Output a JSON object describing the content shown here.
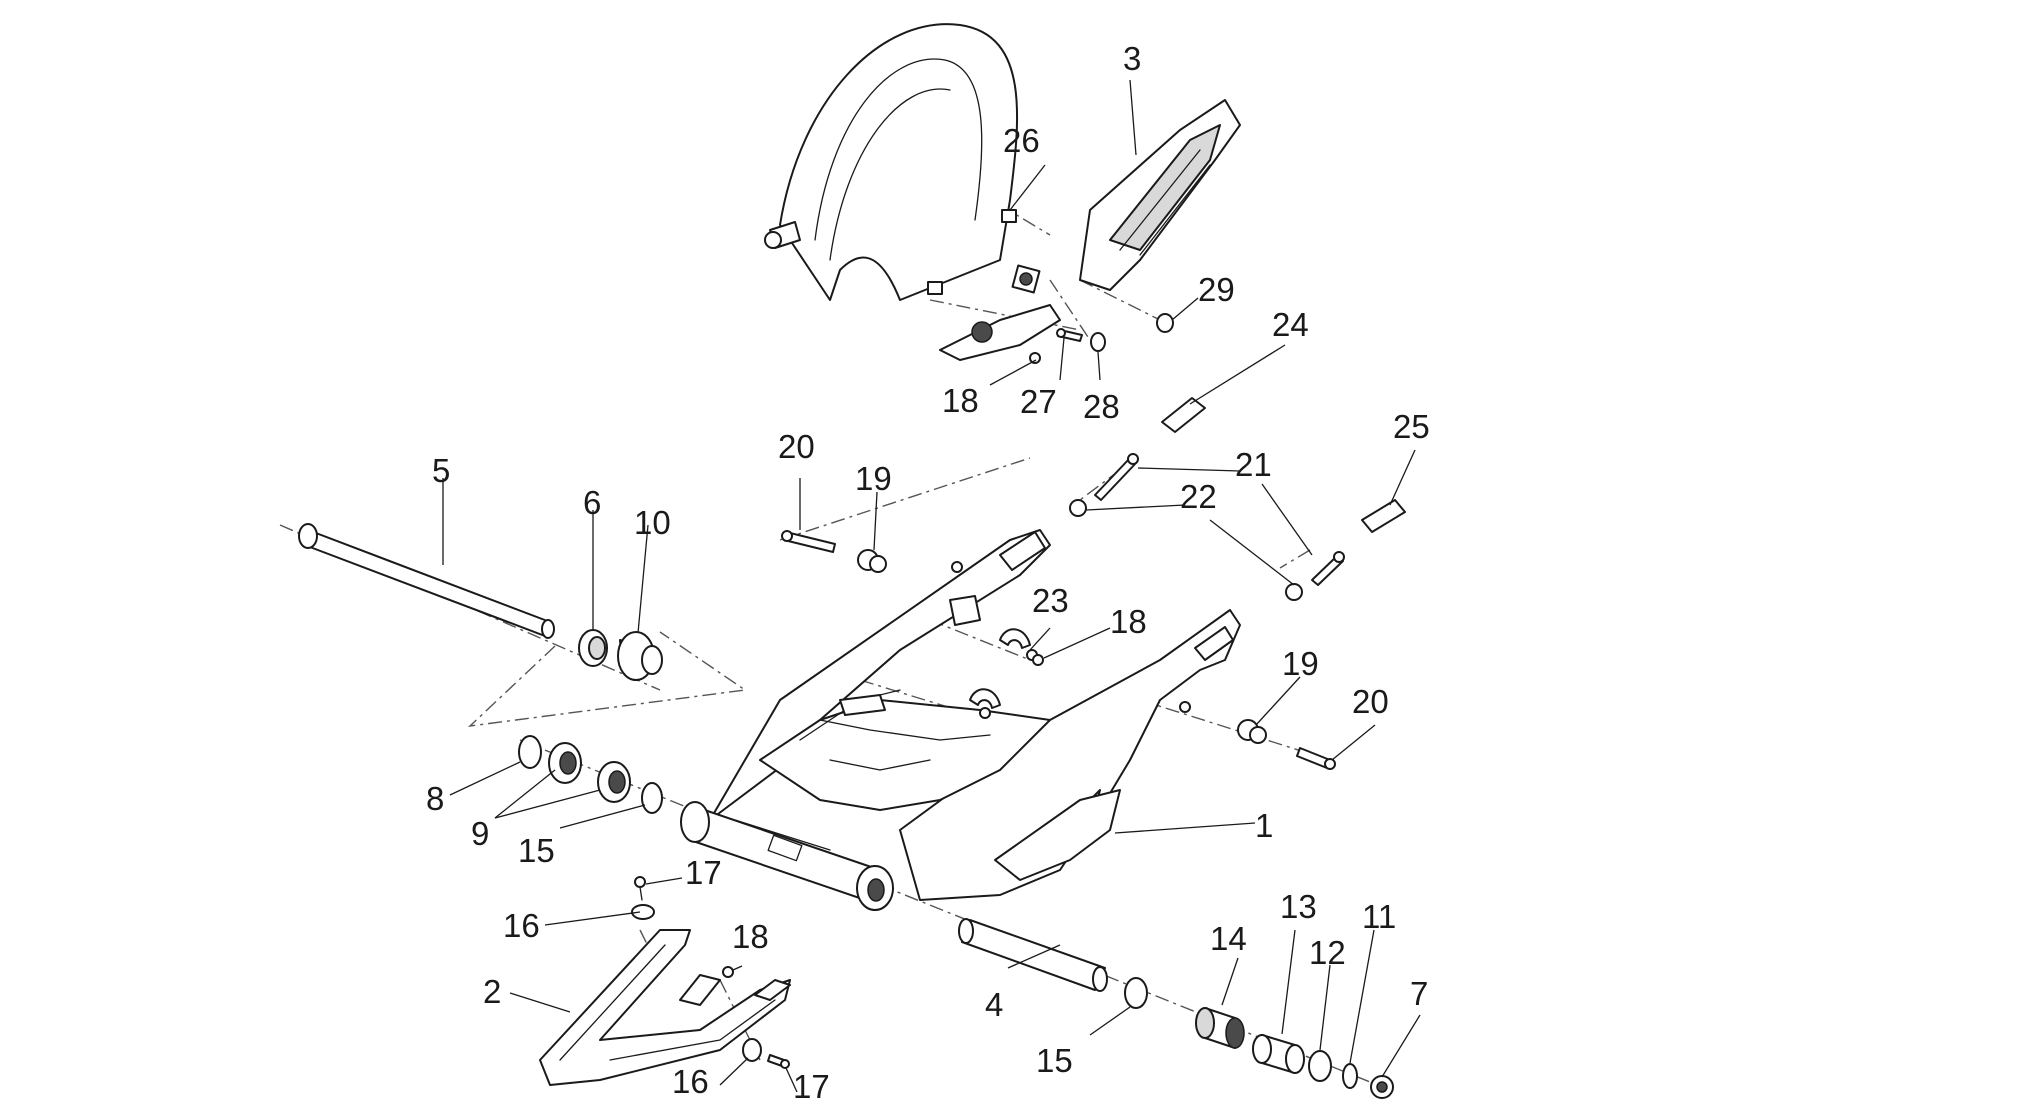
{
  "diagram": {
    "callouts": {
      "c1": "1",
      "c2": "2",
      "c3": "3",
      "c4": "4",
      "c5": "5",
      "c6": "6",
      "c7": "7",
      "c8": "8",
      "c9": "9",
      "c10": "10",
      "c11": "11",
      "c12": "12",
      "c13": "13",
      "c14": "14",
      "c15a": "15",
      "c15b": "15",
      "c16a": "16",
      "c16b": "16",
      "c17a": "17",
      "c17b": "17",
      "c18a": "18",
      "c18b": "18",
      "c18c": "18",
      "c19a": "19",
      "c19b": "19",
      "c20a": "20",
      "c20b": "20",
      "c21": "21",
      "c22": "22",
      "c23": "23",
      "c24": "24",
      "c25": "25",
      "c26": "26",
      "c27": "27",
      "c28": "28",
      "c29": "29"
    }
  }
}
